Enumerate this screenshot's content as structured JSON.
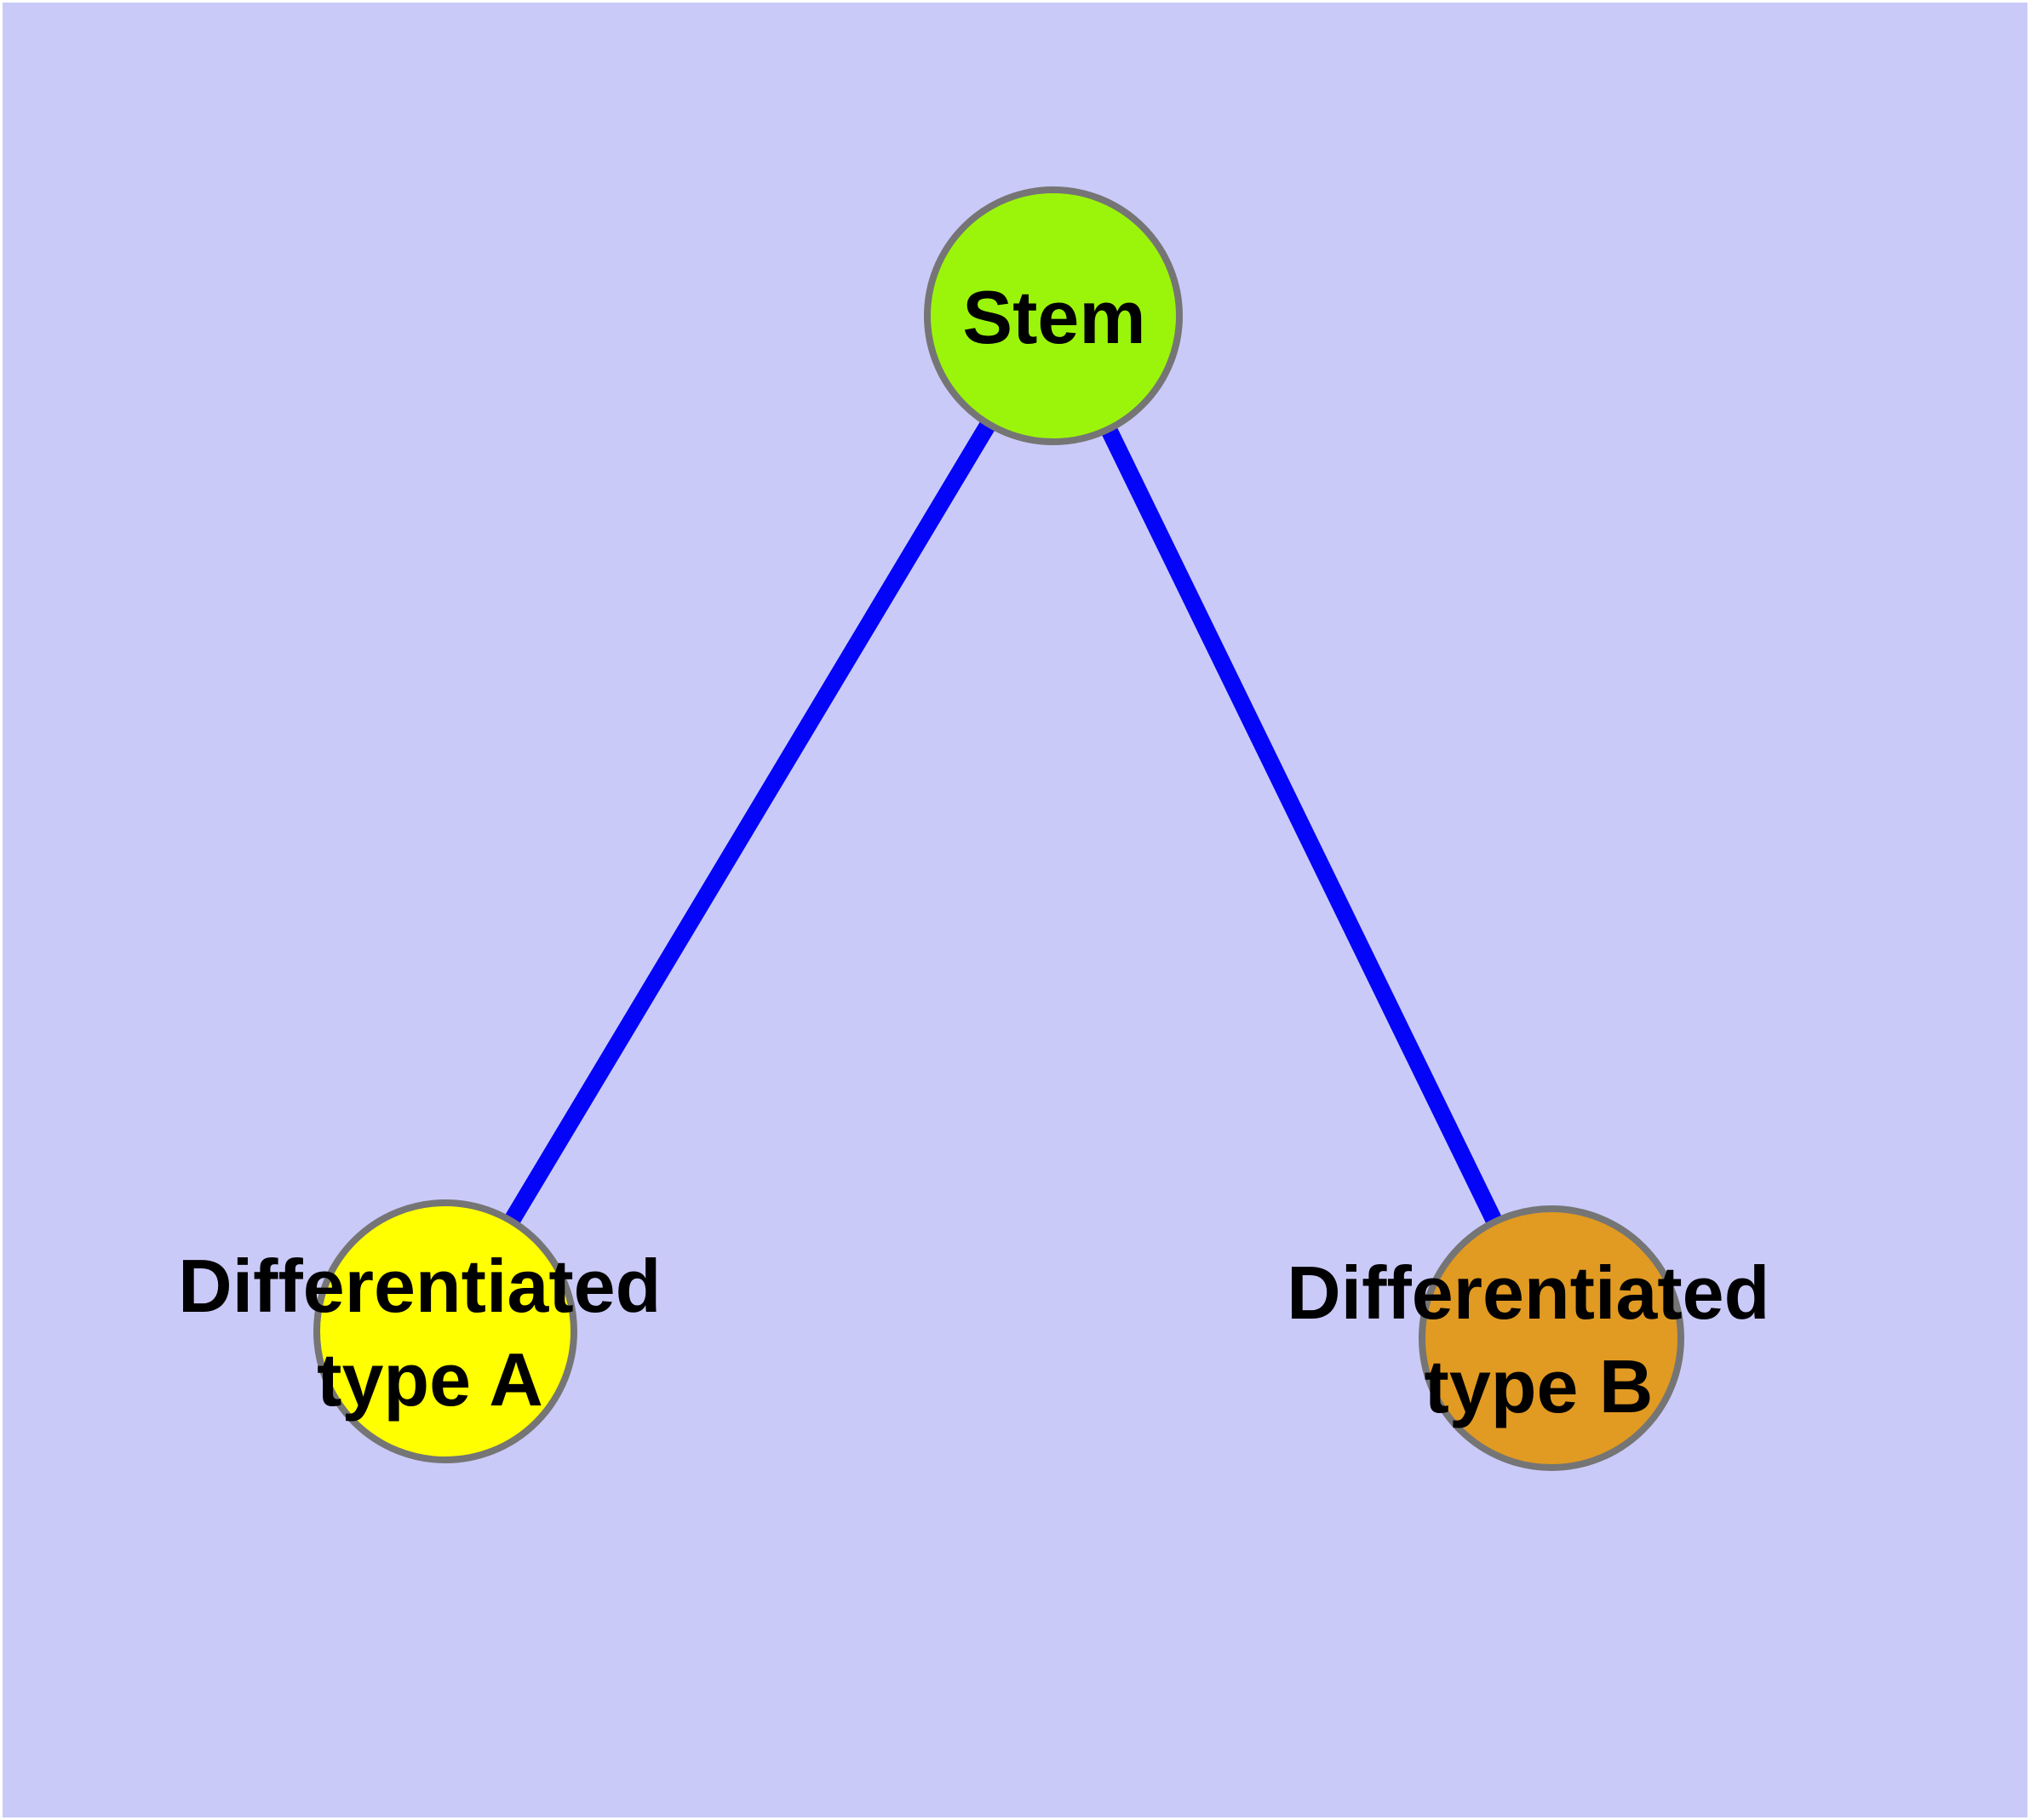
{
  "diagram": {
    "type": "graph",
    "background_color": "#CACAF8",
    "edge_color": "#0404F8",
    "node_border_color": "#757575",
    "label_color": "#000000",
    "nodes": [
      {
        "id": "stem",
        "label": "Stem",
        "lines": [
          "Stem"
        ],
        "fill": "#9BF50A"
      },
      {
        "id": "differentiated-type-a",
        "label": "Differentiated type A",
        "lines": [
          "Differentiated",
          "type A"
        ],
        "fill": "#FFFF00"
      },
      {
        "id": "differentiated-type-b",
        "label": "Differentiated type B",
        "lines": [
          "Differentiated",
          "type B"
        ],
        "fill": "#E19A22"
      }
    ],
    "edges": [
      {
        "from": "stem",
        "to": "differentiated-type-a"
      },
      {
        "from": "stem",
        "to": "differentiated-type-b"
      }
    ]
  }
}
